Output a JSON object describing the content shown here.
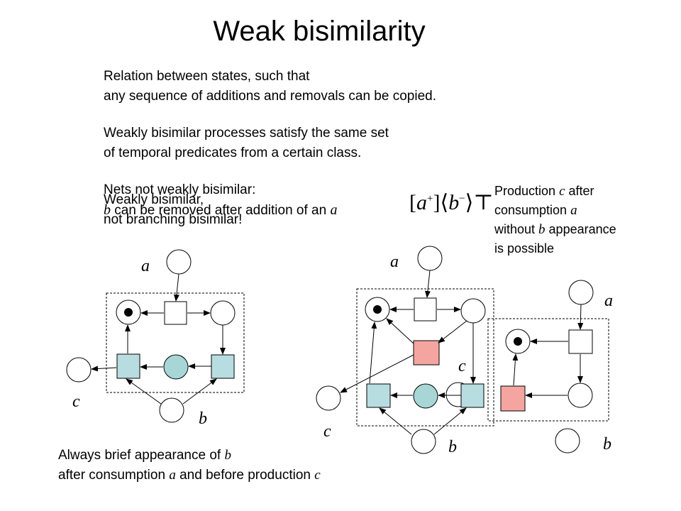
{
  "title": "Weak bisimilarity",
  "relation": {
    "line1": "Relation between states, such that",
    "line2": "any sequence of additions and removals can be copied."
  },
  "weakly": {
    "line1": "Weakly bisimilar processes satisfy the same set",
    "line2": "of temporal predicates from a certain class."
  },
  "nets_not": {
    "line1": "Nets not weakly bisimilar:",
    "line2_var": "b",
    "line2_rest": " can be removed after addition of an ",
    "line2_end": "a"
  },
  "overlay": {
    "line1": "Weakly bisimilar,",
    "line2": "not branching bisimilar!"
  },
  "formula": {
    "open": "[",
    "var_a": "a",
    "sup_plus": "+",
    "close_bracket": "]",
    "langle": "⟨",
    "var_b": "b",
    "sup_minus": "−",
    "rangle": "⟩",
    "top": "⊤"
  },
  "production": {
    "line1_pre": "Production ",
    "line1_var": "c",
    "line1_post": " after",
    "line2_pre": "consumption ",
    "line2_var": "a",
    "line3_pre": "without ",
    "line3_var": "b",
    "line3_post": " appearance",
    "line4": "is possible"
  },
  "bottom_note": {
    "line1_pre": "Always brief appearance of ",
    "line1_var": "b",
    "line2_pre": "after consumption ",
    "line2_var": "a",
    "line2_mid": " and before production ",
    "line2_var2": "c"
  },
  "labels": {
    "left_a": "a",
    "left_c": "c",
    "left_b": "b",
    "mid_a": "a",
    "mid_c_inner": "c",
    "mid_c": "c",
    "mid_b": "b",
    "right_a": "a",
    "right_b": "b"
  },
  "colors": {
    "transition_blue": "#b7dde0",
    "transition_red": "#f4a5a0",
    "place_blue": "#a8d6d6"
  }
}
